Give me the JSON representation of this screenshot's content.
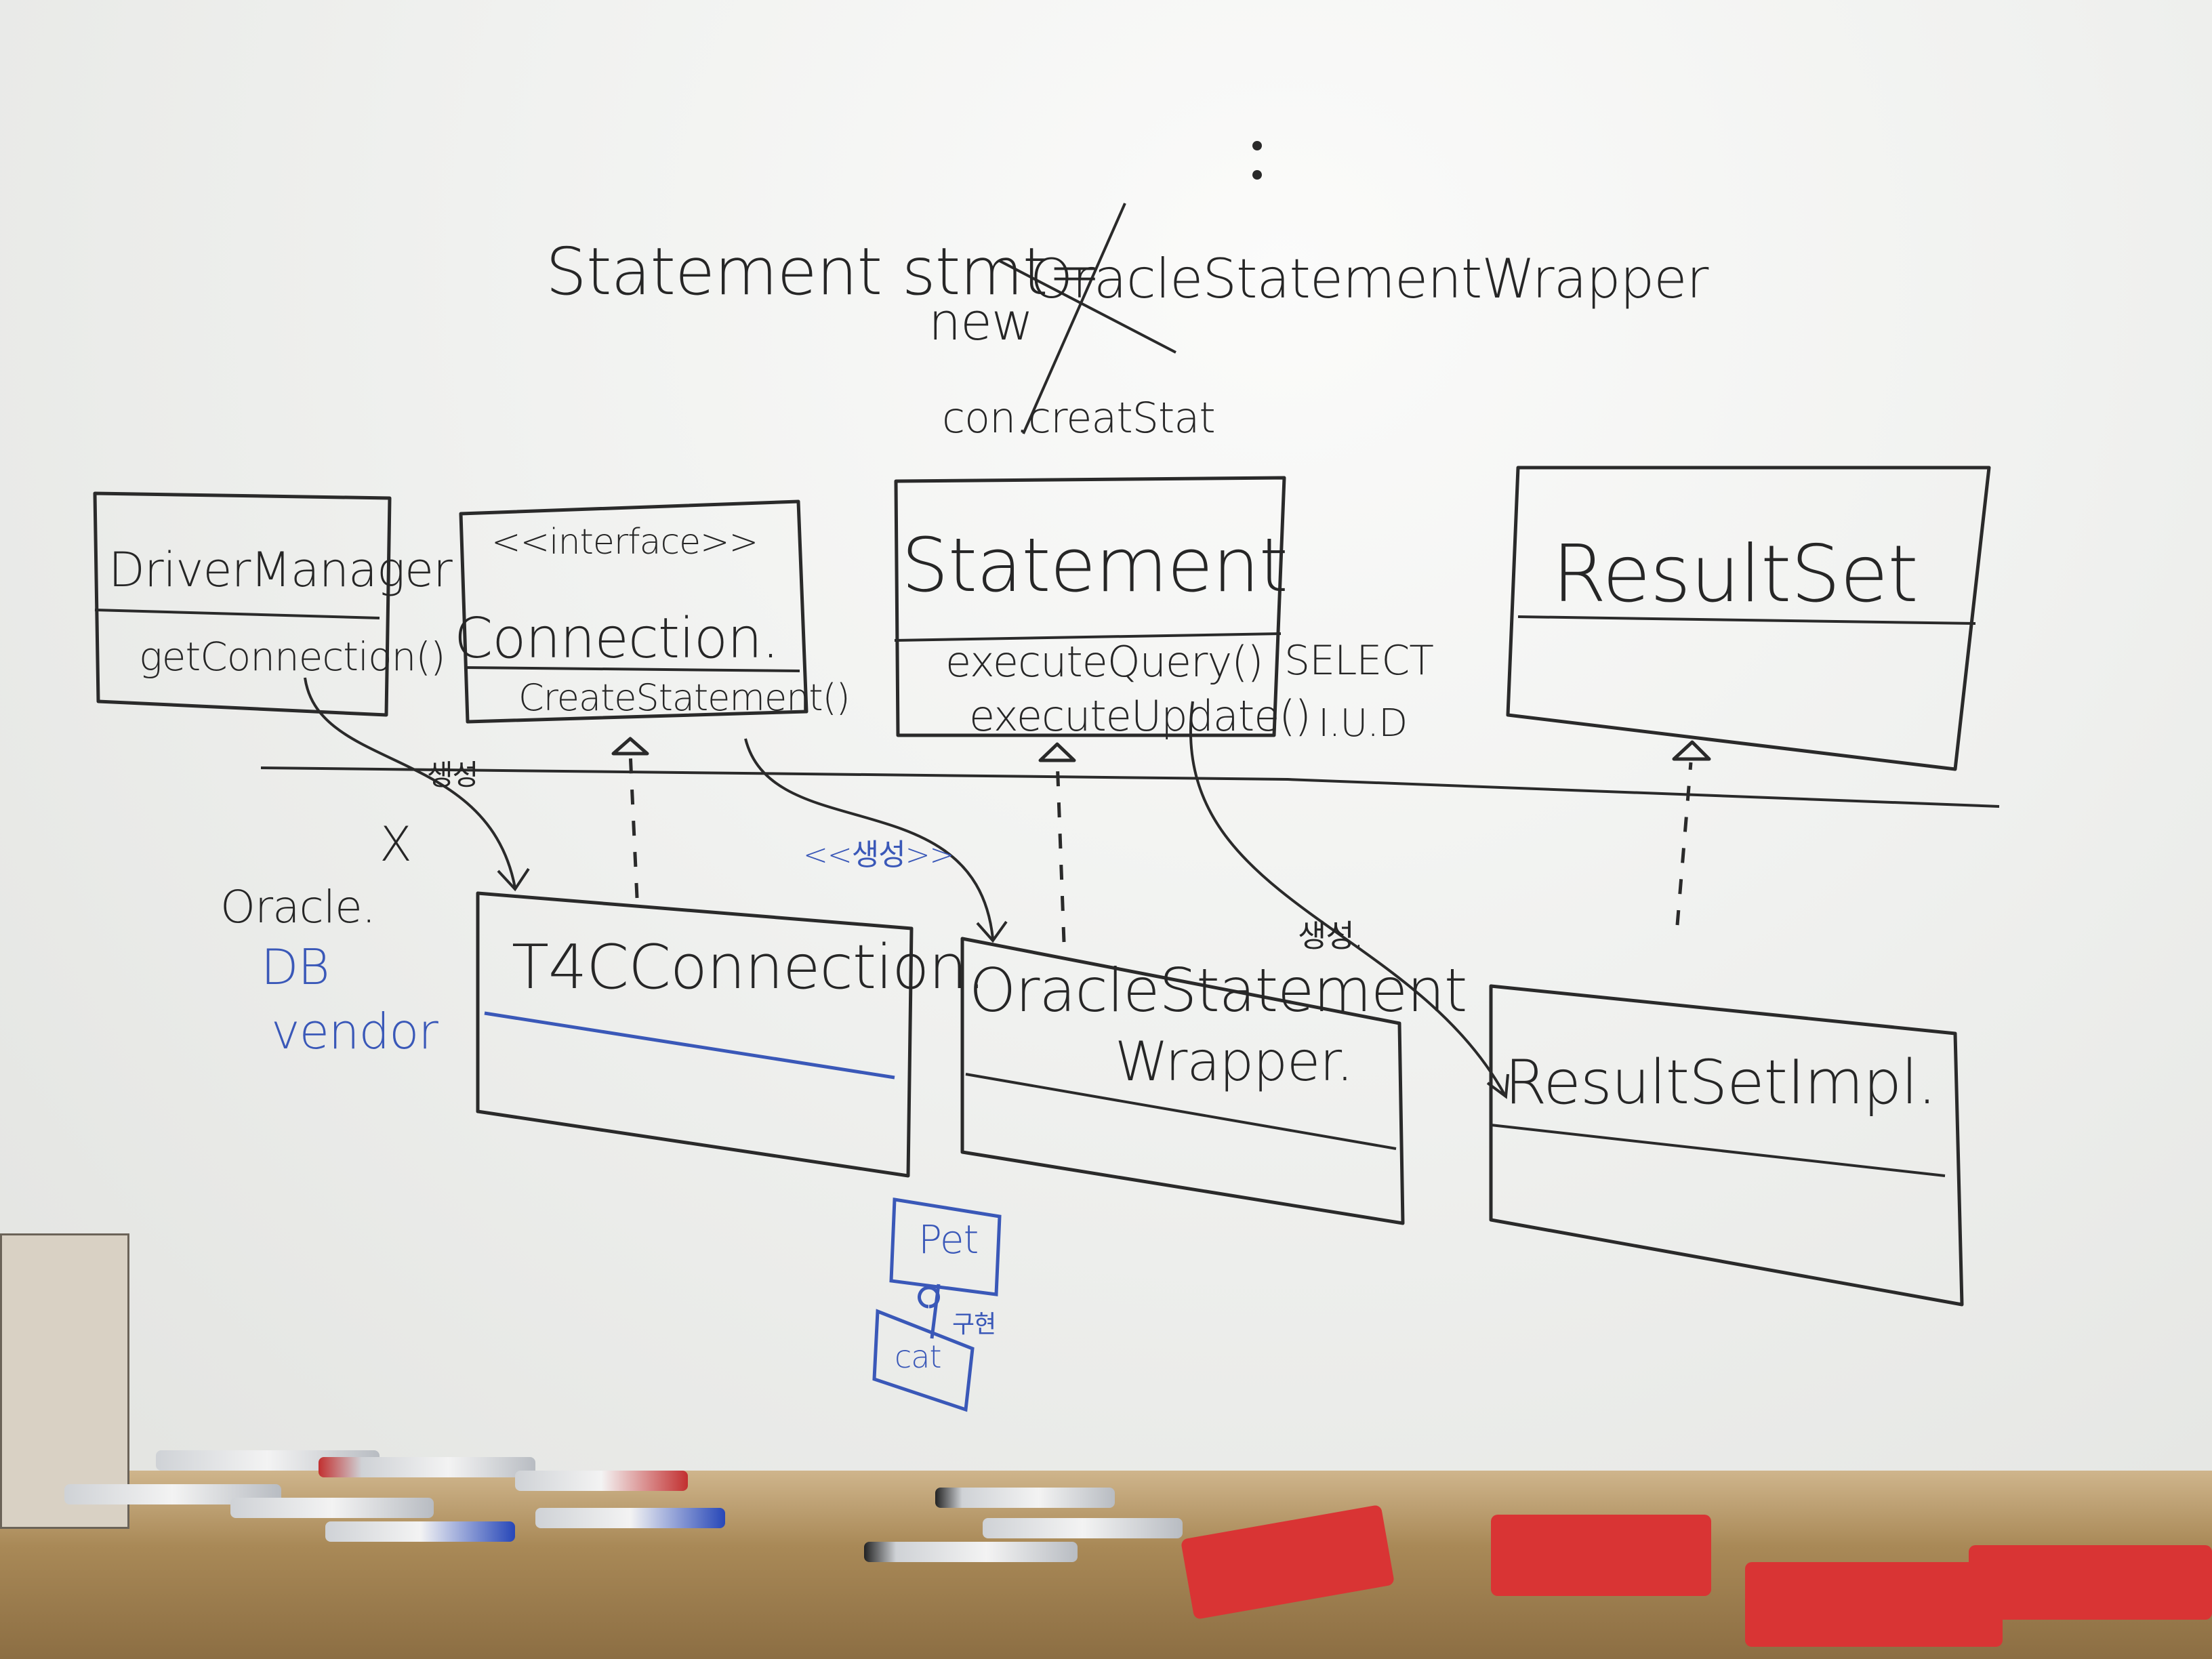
{
  "top_note": {
    "assignment": "Statement stmt=",
    "new_kw": "new",
    "crossed_class": "OracleStatementWrapper",
    "replacement": "con.creatStat"
  },
  "boxes": {
    "driver_manager": {
      "name": "DriverManager",
      "method": "getConnection()"
    },
    "connection": {
      "stereotype": "<<interface>>",
      "name": "Connection.",
      "method": "CreateStatement()"
    },
    "statement": {
      "name": "Statement",
      "method_query": "executeQuery()",
      "method_update": "executeUpdate()",
      "note_select": "SELECT",
      "note_iud": "I.U.D"
    },
    "resultset": {
      "name": "ResultSet"
    },
    "t4c": {
      "name": "T4CConnection."
    },
    "oracle_wrapper": {
      "name_line1": "OracleStatement",
      "name_line2": "Wrapper."
    },
    "resultset_impl": {
      "name": "ResultSetImpl."
    }
  },
  "labels": {
    "create_1": "생성",
    "create_2": "<<생성>>",
    "create_3": "생성.",
    "cross_mark": "X",
    "oracle": "Oracle.",
    "db": "DB",
    "vendor": "vendor",
    "pet": "Pet",
    "cat": "cat",
    "pet_rel": "구현"
  },
  "colors": {
    "ink": "#262626",
    "blue_ink": "#3a58b8",
    "board": "#f4f4f2",
    "eraser": "#d93434"
  }
}
